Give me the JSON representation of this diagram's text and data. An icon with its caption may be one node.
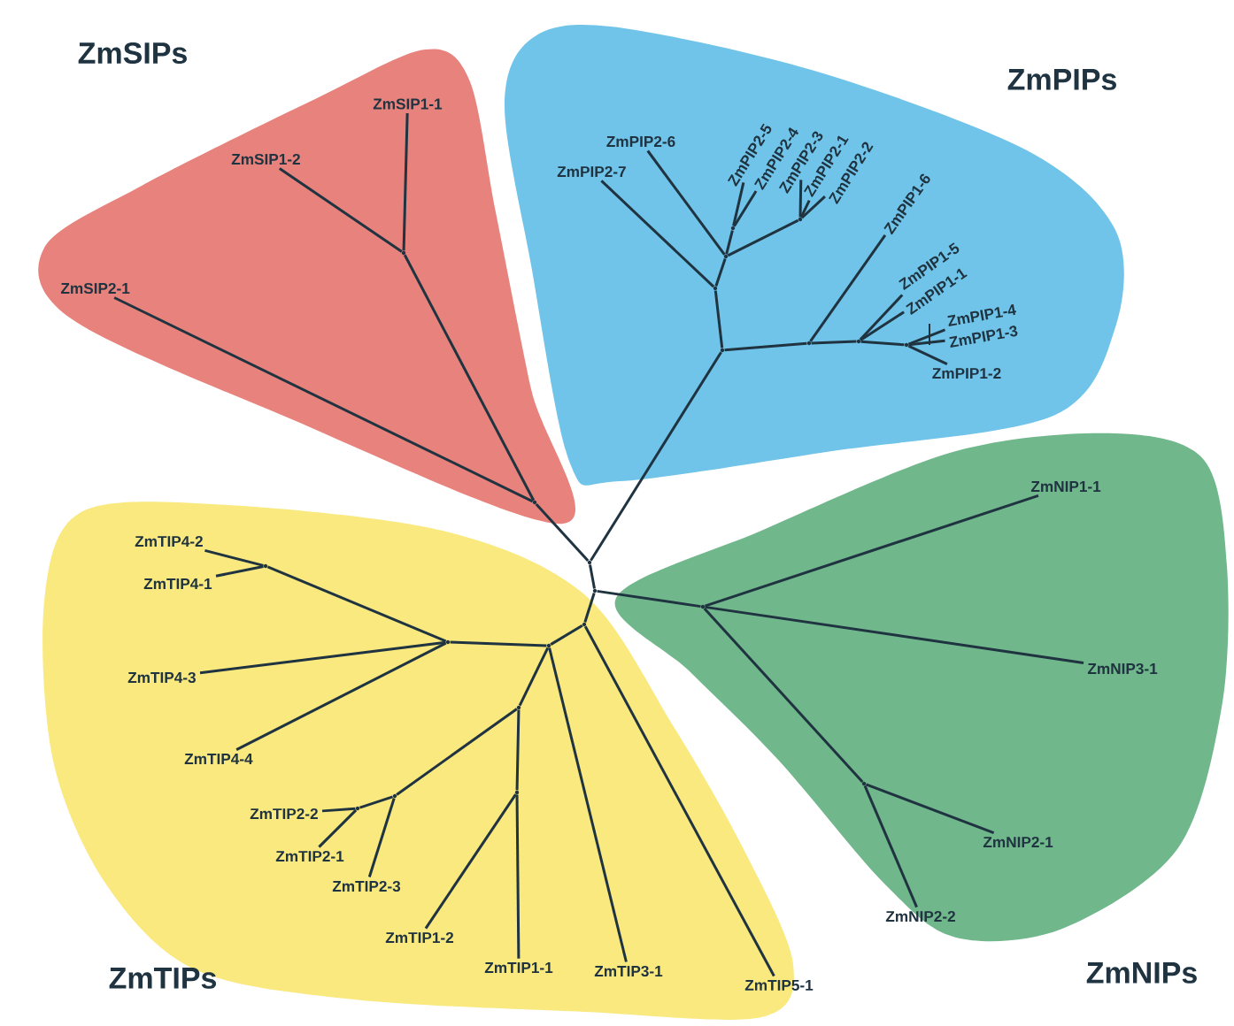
{
  "diagram": {
    "nodes": [
      {
        "text": [
          "ZmSIPs"
        ]
      },
      {
        "text": [
          "ZmSIP1-1"
        ],
        "in": 0
      },
      {
        "text": [
          "ZmSIP1-2"
        ],
        "in": 0
      },
      {
        "text": [
          "ZmSIP2-1"
        ],
        "in": 0
      },
      {
        "text": [],
        "shape": "point",
        "in": 0
      },
      {
        "text": [],
        "shape": "point",
        "in": 0
      },
      {
        "text": [
          "ZmPIPs"
        ]
      },
      {
        "text": [
          "ZmPIP2-7"
        ],
        "in": 6
      },
      {
        "text": [
          "ZmPIP2-6"
        ],
        "in": 6
      },
      {
        "text": [
          "ZmPIP2-5"
        ],
        "in": 6
      },
      {
        "text": [
          "ZmPIP2-4"
        ],
        "in": 6
      },
      {
        "text": [
          "ZmPIP2-3"
        ],
        "in": 6
      },
      {
        "text": [
          "ZmPIP2-1"
        ],
        "in": 6
      },
      {
        "text": [
          "ZmPIP2-2"
        ],
        "in": 6
      },
      {
        "text": [
          "ZmPIP1-6"
        ],
        "in": 6
      },
      {
        "text": [
          "ZmPIP1-5"
        ],
        "in": 6
      },
      {
        "text": [
          "ZmPIP1-1"
        ],
        "in": 6
      },
      {
        "text": [
          "ZmPIP1-4"
        ],
        "in": 6
      },
      {
        "text": [
          "ZmPIP1-3"
        ],
        "in": 6
      },
      {
        "text": [
          "ZmPIP1-2"
        ],
        "in": 6
      },
      {
        "text": [],
        "shape": "point",
        "in": 6
      },
      {
        "text": [],
        "shape": "point",
        "in": 6
      },
      {
        "text": [],
        "shape": "point",
        "in": 6
      },
      {
        "text": [],
        "shape": "point",
        "in": 6
      },
      {
        "text": [],
        "shape": "point",
        "in": 6
      },
      {
        "text": [],
        "shape": "point",
        "in": 6
      },
      {
        "text": [],
        "shape": "point",
        "in": 6
      },
      {
        "text": [],
        "shape": "point",
        "in": 6
      },
      {
        "text": [
          "ZmTIPs"
        ]
      },
      {
        "text": [
          "ZmTIP4-2"
        ],
        "in": 28
      },
      {
        "text": [
          "ZmTIP4-1"
        ],
        "in": 28
      },
      {
        "text": [
          "ZmTIP4-3"
        ],
        "in": 28
      },
      {
        "text": [
          "ZmTIP4-4"
        ],
        "in": 28
      },
      {
        "text": [
          "ZmTIP2-2"
        ],
        "in": 28
      },
      {
        "text": [
          "ZmTIP2-1"
        ],
        "in": 28
      },
      {
        "text": [
          "ZmTIP2-3"
        ],
        "in": 28
      },
      {
        "text": [
          "ZmTIP1-2"
        ],
        "in": 28
      },
      {
        "text": [
          "ZmTIP1-1"
        ],
        "in": 28
      },
      {
        "text": [
          "ZmTIP3-1"
        ],
        "in": 28
      },
      {
        "text": [
          "ZmTIP5-1"
        ],
        "in": 28
      },
      {
        "text": [],
        "shape": "point",
        "in": 28
      },
      {
        "text": [],
        "shape": "point",
        "in": 28
      },
      {
        "text": [],
        "shape": "point",
        "in": 28
      },
      {
        "text": [],
        "shape": "point",
        "in": 28
      },
      {
        "text": [],
        "shape": "point",
        "in": 28
      },
      {
        "text": [],
        "shape": "point",
        "in": 28
      },
      {
        "text": [],
        "shape": "point",
        "in": 28
      },
      {
        "text": [],
        "shape": "point",
        "in": 28
      },
      {
        "text": [
          "ZmNIPs"
        ]
      },
      {
        "text": [
          "ZmNIP1-1"
        ],
        "in": 48
      },
      {
        "text": [
          "ZmNIP3-1"
        ],
        "in": 48
      },
      {
        "text": [
          "ZmNIP2-1"
        ],
        "in": 48
      },
      {
        "text": [
          "ZmNIP2-2"
        ],
        "in": 48
      },
      {
        "text": [],
        "shape": "point",
        "in": 48
      },
      {
        "text": [],
        "shape": "point",
        "in": 48
      },
      {
        "text": [],
        "shape": "point"
      },
      {
        "text": [],
        "shape": "point"
      }
    ],
    "edges": [
      {
        "from": 4,
        "to": 1,
        "arrow": "none"
      },
      {
        "from": 4,
        "to": 2,
        "arrow": "none"
      },
      {
        "from": 5,
        "to": 4,
        "arrow": "none"
      },
      {
        "from": 5,
        "to": 3,
        "arrow": "none"
      },
      {
        "from": 55,
        "to": 5,
        "arrow": "none"
      },
      {
        "from": 55,
        "to": 20,
        "arrow": "none"
      },
      {
        "from": 20,
        "to": 21,
        "arrow": "none"
      },
      {
        "from": 21,
        "to": 7,
        "arrow": "none"
      },
      {
        "from": 21,
        "to": 22,
        "arrow": "none"
      },
      {
        "from": 22,
        "to": 8,
        "arrow": "none"
      },
      {
        "from": 22,
        "to": 23,
        "arrow": "none"
      },
      {
        "from": 23,
        "to": 9,
        "arrow": "none"
      },
      {
        "from": 23,
        "to": 10,
        "arrow": "none"
      },
      {
        "from": 22,
        "to": 24,
        "arrow": "none"
      },
      {
        "from": 24,
        "to": 11,
        "arrow": "none"
      },
      {
        "from": 24,
        "to": 12,
        "arrow": "none"
      },
      {
        "from": 24,
        "to": 13,
        "arrow": "none"
      },
      {
        "from": 20,
        "to": 25,
        "arrow": "none"
      },
      {
        "from": 25,
        "to": 14,
        "arrow": "none"
      },
      {
        "from": 25,
        "to": 26,
        "arrow": "none"
      },
      {
        "from": 26,
        "to": 15,
        "arrow": "none"
      },
      {
        "from": 26,
        "to": 16,
        "arrow": "none"
      },
      {
        "from": 26,
        "to": 27,
        "arrow": "none"
      },
      {
        "from": 27,
        "to": 17,
        "arrow": "none"
      },
      {
        "from": 27,
        "to": 18,
        "arrow": "none"
      },
      {
        "from": 27,
        "to": 19,
        "arrow": "none"
      },
      {
        "from": 56,
        "to": 40,
        "arrow": "none"
      },
      {
        "from": 40,
        "to": 39,
        "arrow": "none"
      },
      {
        "from": 40,
        "to": 41,
        "arrow": "none"
      },
      {
        "from": 41,
        "to": 42,
        "arrow": "none"
      },
      {
        "from": 42,
        "to": 43,
        "arrow": "none"
      },
      {
        "from": 43,
        "to": 29,
        "arrow": "none"
      },
      {
        "from": 43,
        "to": 30,
        "arrow": "none"
      },
      {
        "from": 42,
        "to": 31,
        "arrow": "none"
      },
      {
        "from": 42,
        "to": 32,
        "arrow": "none"
      },
      {
        "from": 41,
        "to": 38,
        "arrow": "none"
      },
      {
        "from": 41,
        "to": 44,
        "arrow": "none"
      },
      {
        "from": 44,
        "to": 45,
        "arrow": "none"
      },
      {
        "from": 45,
        "to": 35,
        "arrow": "none"
      },
      {
        "from": 45,
        "to": 46,
        "arrow": "none"
      },
      {
        "from": 46,
        "to": 33,
        "arrow": "none"
      },
      {
        "from": 46,
        "to": 34,
        "arrow": "none"
      },
      {
        "from": 44,
        "to": 47,
        "arrow": "none"
      },
      {
        "from": 47,
        "to": 37,
        "arrow": "none"
      },
      {
        "from": 47,
        "to": 36,
        "arrow": "none"
      },
      {
        "from": 56,
        "to": 53,
        "arrow": "none"
      },
      {
        "from": 53,
        "to": 49,
        "arrow": "none"
      },
      {
        "from": 53,
        "to": 50,
        "arrow": "none"
      },
      {
        "from": 53,
        "to": 54,
        "arrow": "none"
      },
      {
        "from": 54,
        "to": 51,
        "arrow": "none"
      },
      {
        "from": 54,
        "to": 52,
        "arrow": "none"
      },
      {
        "from": 55,
        "to": 56,
        "arrow": "none"
      }
    ]
  }
}
